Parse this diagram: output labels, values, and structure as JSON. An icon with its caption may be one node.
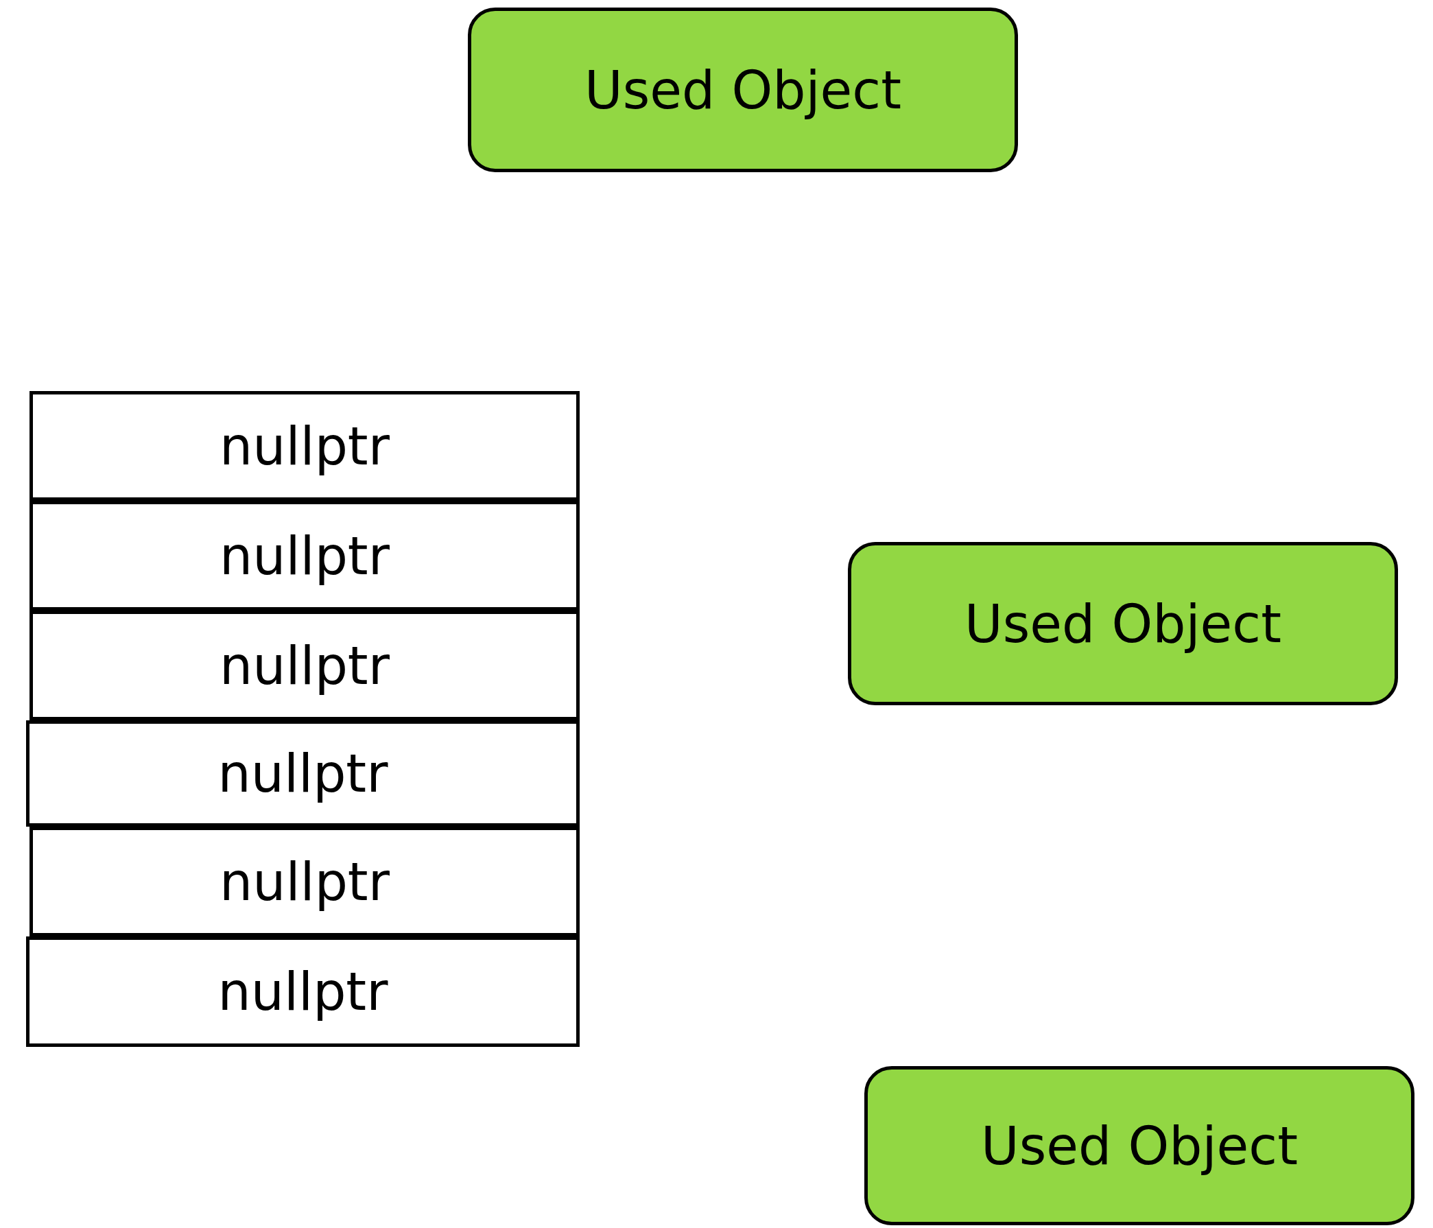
{
  "diagram": {
    "nodes": [
      {
        "text": [
          "Used Object"
        ]
      },
      {
        "text": [
          "nullptr"
        ]
      },
      {
        "text": [
          "nullptr"
        ]
      },
      {
        "text": [
          "nullptr"
        ]
      },
      {
        "text": [
          "nullptr"
        ]
      },
      {
        "text": [
          "nullptr"
        ]
      },
      {
        "text": [
          "nullptr"
        ]
      },
      {
        "text": [
          "Used Object"
        ]
      },
      {
        "text": [
          "Used Object"
        ]
      }
    ]
  }
}
